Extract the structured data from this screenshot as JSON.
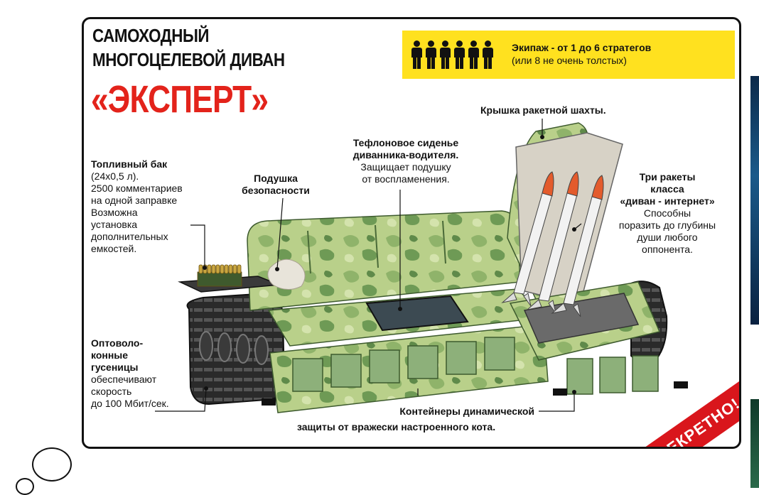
{
  "title": {
    "line1": "САМОХОДНЫЙ",
    "line2": "МНОГОЦЕЛЕВОЙ ДИВАН",
    "name": "«ЭКСПЕРТ»"
  },
  "crew": {
    "main": "Экипаж - от 1 до 6 стратегов",
    "sub": "(или 8 не очень толстых)",
    "icon_count": 6
  },
  "callouts": {
    "fuel": {
      "heading": "Топливный бак",
      "lines": [
        "(24x0,5 л).",
        "2500 комментариев",
        "на одной заправке",
        "Возможна",
        "установка",
        "дополнительных",
        "емкостей."
      ]
    },
    "pillow": {
      "heading_lines": [
        "Подушка",
        "безопасности"
      ]
    },
    "seat": {
      "heading_lines": [
        "Тефлоновое сиденье",
        "диванника-водителя."
      ],
      "lines": [
        "Защищает подушку",
        "от воспламенения."
      ]
    },
    "hatch": {
      "heading": "Крышка ракетной шахты."
    },
    "missiles": {
      "heading_lines": [
        "Три ракеты",
        "класса",
        "«диван - интернет»"
      ],
      "lines": [
        "Способны",
        "поразить до глубины",
        "души любого",
        "оппонента."
      ]
    },
    "tracks": {
      "heading_lines": [
        "Оптоволо-",
        "конные",
        "гусеницы"
      ],
      "lines": [
        "обеспечивают",
        "скорость",
        "до 100 Мбит/сек."
      ]
    },
    "containers": {
      "line1": "Контейнеры динамической",
      "line2": "защиты от вражески настроенного кота."
    }
  },
  "stamp": "СЕКРЕТНО!",
  "colors": {
    "title_red": "#e3231b",
    "crew_yellow": "#ffe11f",
    "stamp_red": "#d9161c",
    "camo_light": "#b9d08a",
    "camo_mid": "#8fb36a",
    "camo_dark": "#5f8a4a"
  }
}
